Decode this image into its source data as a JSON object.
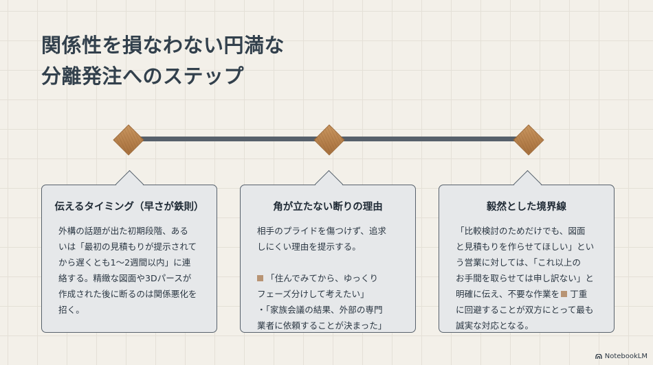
{
  "title": {
    "line1": "関係性を損なわない円満な",
    "line2": "分離発注へのステップ"
  },
  "steps": [
    {
      "title": "伝えるタイミング（早さが鉄則）",
      "lines": [
        "外構の話題が出た初期段階、ある",
        "いは「最初の見積もりが提示されて",
        "から遅くとも1～2週間以内」に連",
        "絡する。精緻な図面や3Dパースが",
        "作成された後に断るのは関係悪化を",
        "招く。"
      ]
    },
    {
      "title": "角が立たない断りの理由",
      "lines": [
        "相手のプライドを傷つけず、追求",
        "しにくい理由を提示する。",
        "",
        "「住んでみてから、ゆっくり",
        "フェーズ分けして考えたい」",
        "・「家族会議の結果、外部の専門",
        "業者に依頼することが決まった」"
      ]
    },
    {
      "title": "毅然とした境界線",
      "lines": [
        "「比較検討のためだけでも、図面",
        "と見積もりを作らせてほしい」とい",
        "う営業に対しては、「これ以上の",
        "お手間を取らせては申し訳ない」と",
        "明確に伝え、不要な作業を",
        "丁重",
        "に回避することが双方にとって最も",
        "誠実な対応となる。"
      ]
    }
  ],
  "brand": "NotebookLM",
  "colors": {
    "background": "#f3f0e9",
    "line": "#56606b",
    "diamond": "#b88450",
    "card": "#e6e8ea",
    "bullet": "#b89474"
  },
  "icons": [
    "diamond-marker-icon",
    "square-bullet-icon",
    "notebooklm-logo-icon"
  ]
}
